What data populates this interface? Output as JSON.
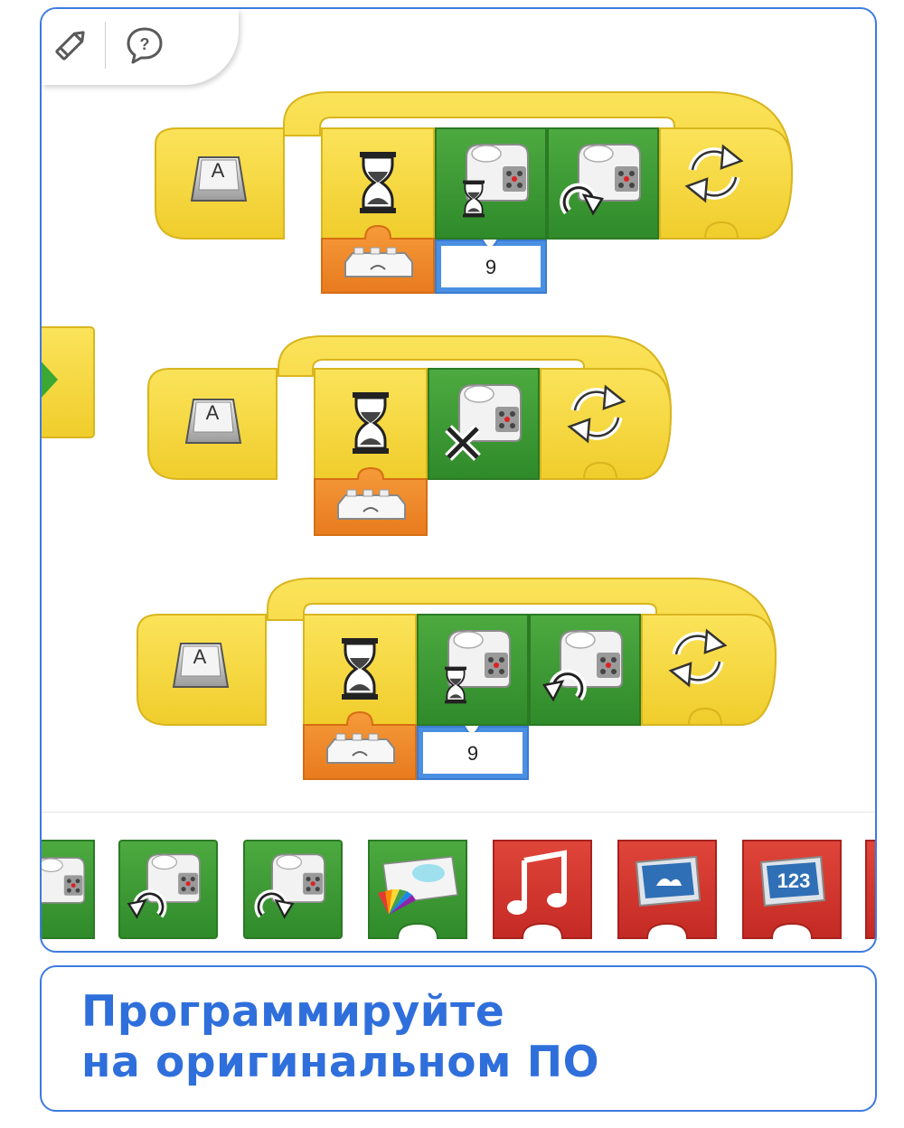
{
  "toolbar": {
    "icons": [
      "pencil-icon",
      "help-icon"
    ]
  },
  "program": {
    "rows": [
      {
        "trigger_key": "A",
        "blocks": [
          "wait-for-sensor",
          "motor-on-for",
          "motor-clockwise"
        ],
        "sensor_input": "tilt-sensor",
        "number_input": "9",
        "loop": "repeat-forever"
      },
      {
        "trigger_key": "A",
        "blocks": [
          "wait-for-sensor",
          "motor-off"
        ],
        "sensor_input": "tilt-sensor",
        "loop": "repeat-forever"
      },
      {
        "trigger_key": "A",
        "blocks": [
          "wait-for-sensor",
          "motor-on-for",
          "motor-counterclockwise"
        ],
        "sensor_input": "tilt-sensor",
        "number_input": "9",
        "loop": "repeat-forever"
      }
    ]
  },
  "palette": {
    "items": [
      "motor-off",
      "motor-counterclockwise",
      "motor-clockwise",
      "hub-light-color",
      "play-sound",
      "display-image",
      "display-number"
    ],
    "display_number_label": "123"
  },
  "caption": {
    "line1": "Программируйте",
    "line2": "на оригинальном ПО"
  },
  "colors": {
    "accent": "#3d7be0",
    "caption_text": "#2f6fdb",
    "block_yellow": "#f5d93e",
    "block_green": "#3f9a35",
    "block_orange": "#f08a2a",
    "block_red": "#d6322c"
  }
}
